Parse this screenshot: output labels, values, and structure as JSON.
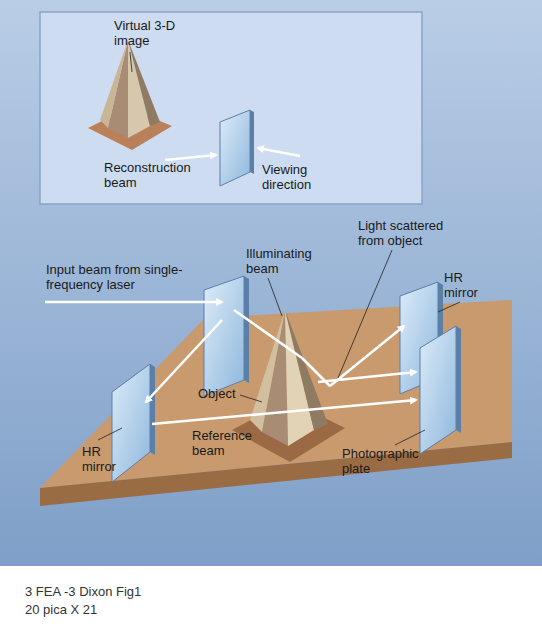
{
  "diagram": {
    "labels": [
      "Virtual 3-D image",
      "Reconstruction beam",
      "Viewing direction",
      "Light scattered from object",
      "Illuminating beam",
      "HR mirror",
      "Input beam from single-frequency laser",
      "Object",
      "HR mirror",
      "Reference beam",
      "Photographic plate",
      "3 FEA -3 Dixon Fig1",
      "20 pica X 21"
    ]
  }
}
